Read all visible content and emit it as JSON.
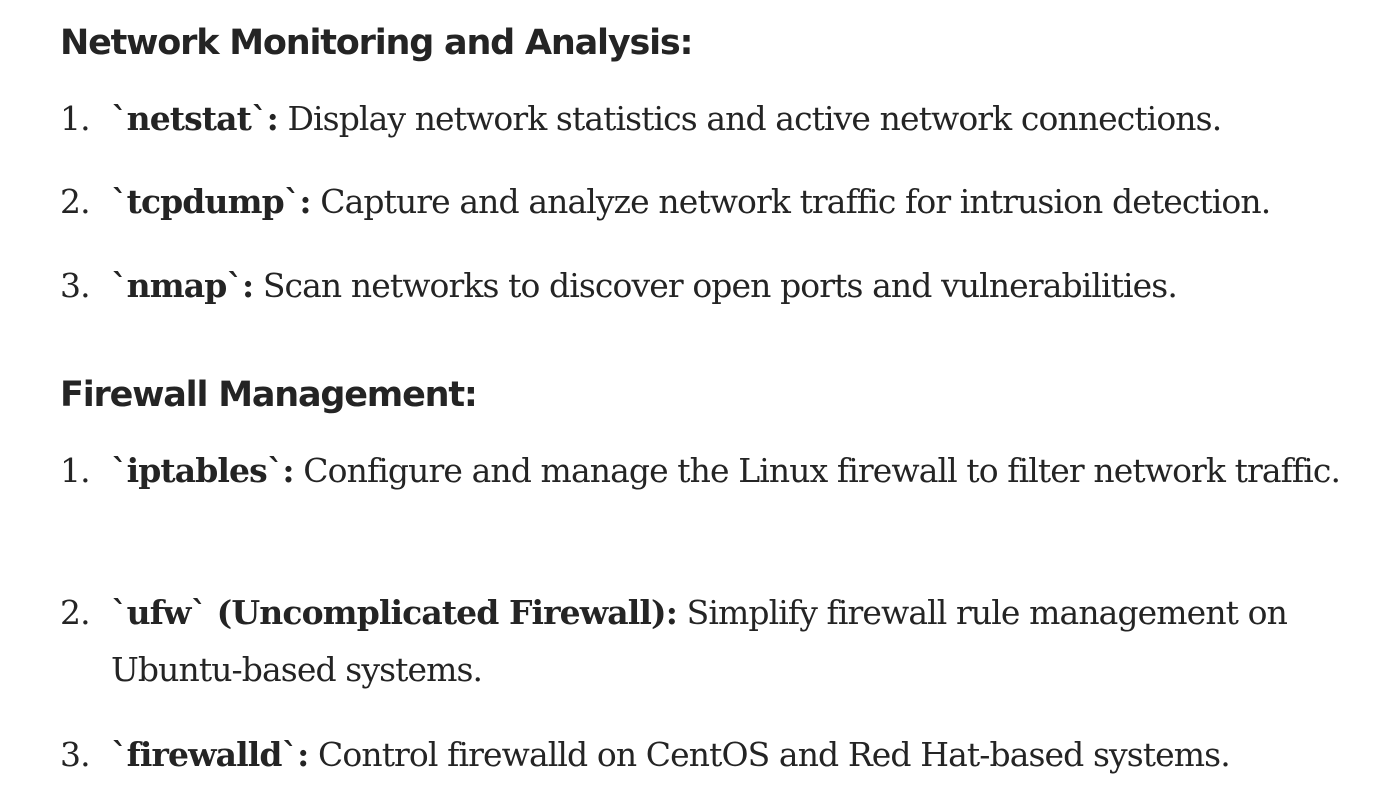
{
  "sections": [
    {
      "heading": "Network Monitoring and Analysis:",
      "items": [
        {
          "num": "1.",
          "term": "`netstat`:",
          "desc": " Display network statistics and active network connections."
        },
        {
          "num": "2.",
          "term": "`tcpdump`:",
          "desc": " Capture and analyze network traffic for intrusion detection."
        },
        {
          "num": "3.",
          "term": "`nmap`:",
          "desc": " Scan networks to discover open ports and vulnerabilities."
        }
      ]
    },
    {
      "heading": "Firewall Management:",
      "items": [
        {
          "num": "1.",
          "term": "`iptables`:",
          "desc": " Configure and manage the Linux firewall to filter network traffic."
        },
        {
          "num": "2.",
          "term": "`ufw` (Uncomplicated Firewall):",
          "desc": " Simplify firewall rule management on Ubuntu-based systems."
        },
        {
          "num": "3.",
          "term": "`firewalld`:",
          "desc": " Control firewalld on CentOS and Red Hat-based systems."
        }
      ]
    }
  ]
}
